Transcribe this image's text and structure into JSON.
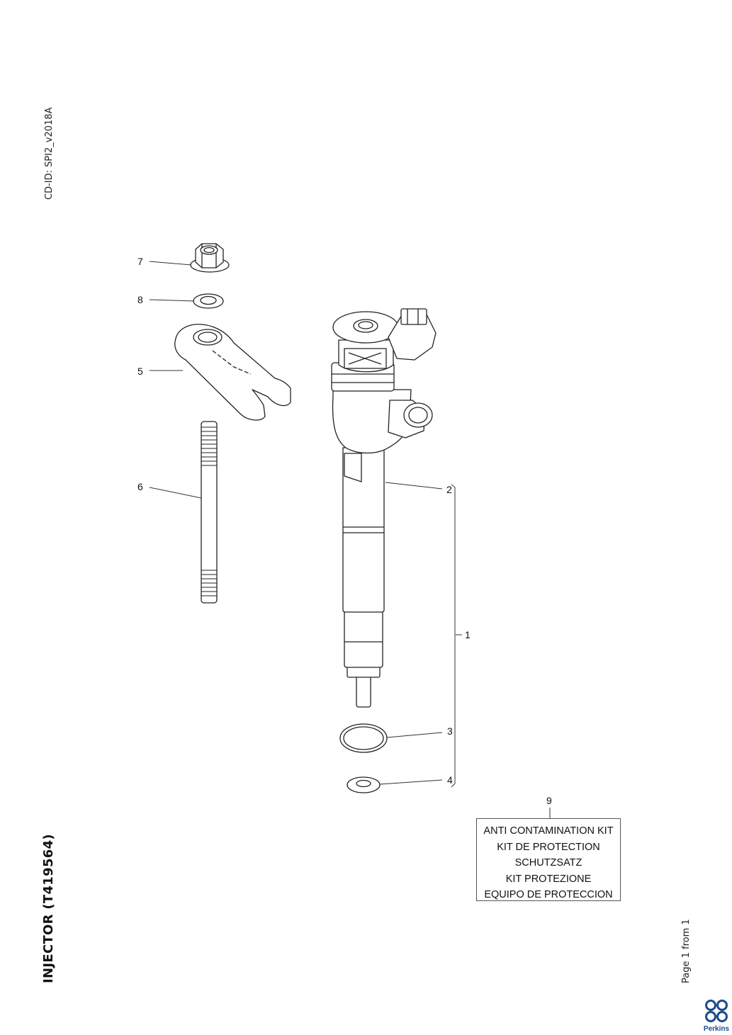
{
  "header": {
    "cd_id": "CD-ID: SPI2_v2018A",
    "title": "INJECTOR (T419564)",
    "page_info": "Page 1 from 1"
  },
  "callouts": {
    "c1": "1",
    "c2": "2",
    "c3": "3",
    "c4": "4",
    "c5": "5",
    "c6": "6",
    "c7": "7",
    "c8": "8",
    "c9": "9"
  },
  "kit": {
    "lines": [
      "ANTI CONTAMINATION KIT",
      "KIT DE PROTECTION",
      "SCHUTZSATZ",
      "KIT PROTEZIONE",
      "EQUIPO DE PROTECCION"
    ]
  },
  "brand": {
    "name": "Perkins",
    "color": "#1c4b8a"
  }
}
